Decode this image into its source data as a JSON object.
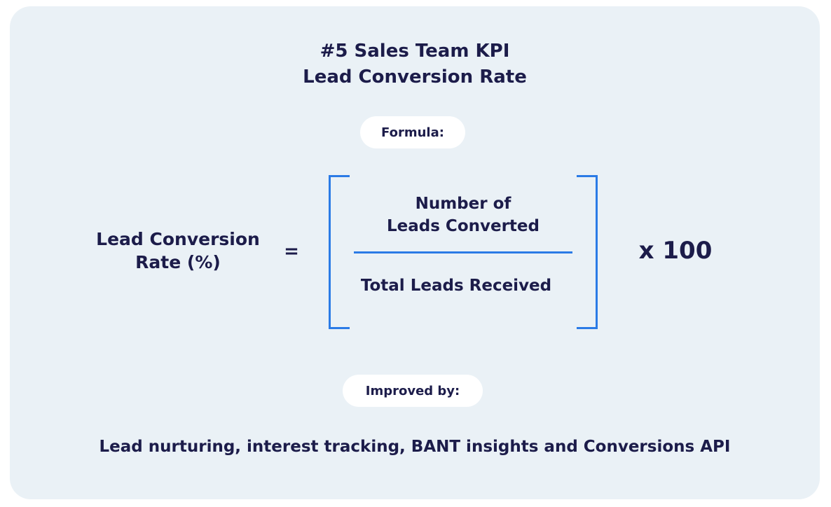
{
  "header": {
    "title_line_1": "#5 Sales Team KPI",
    "title_line_2": "Lead Conversion Rate"
  },
  "formula_section": {
    "label": "Formula:",
    "lhs_line_1": "Lead Conversion",
    "lhs_line_2": "Rate (%)",
    "operator": "=",
    "numerator_line_1": "Number of",
    "numerator_line_2": "Leads Converted",
    "denominator": "Total Leads Received",
    "multiplier": "x 100"
  },
  "improvement_section": {
    "label": "Improved by:",
    "text": "Lead nurturing, interest tracking, BANT insights and Conversions API"
  },
  "colors": {
    "background_card": "#eaf1f6",
    "text": "#1c1c4a",
    "accent": "#2b7be6",
    "pill": "#ffffff"
  }
}
